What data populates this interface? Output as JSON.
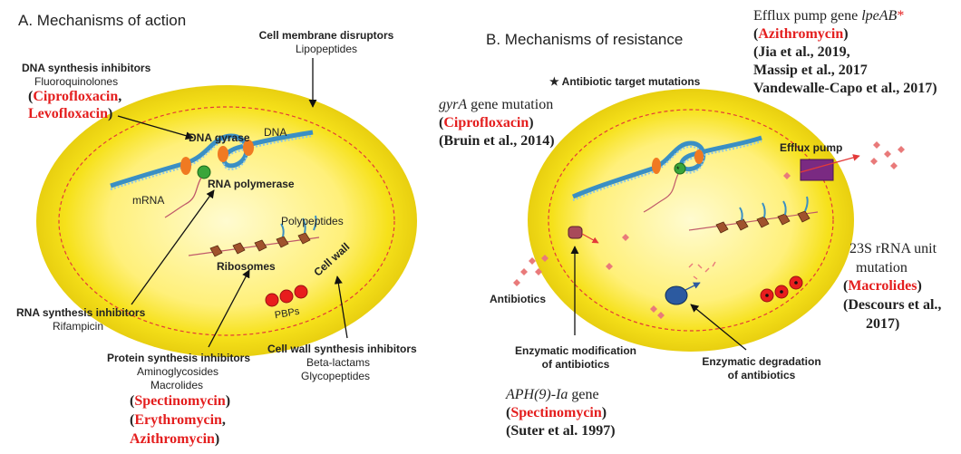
{
  "panelA": {
    "title": "A.   Mechanisms of action",
    "cell_membrane": {
      "title": "Cell membrane disruptors",
      "sub": "Lipopeptides"
    },
    "dna_synthesis": {
      "title": "DNA synthesis inhibitors",
      "sub": "Fluoroquinolones",
      "drug1": "Ciprofloxacin",
      "sep": ",",
      "drug2": "Levofloxacin",
      "open": "(",
      "close": ")"
    },
    "dna_gyrase": "DNA gyrase",
    "dna": "DNA",
    "rna_polymerase": "RNA polymerase",
    "mrna": "mRNA",
    "polypeptides": "Polypeptides",
    "ribosomes": "Ribosomes",
    "cell_wall": "Cell wall",
    "pbps": "PBPs",
    "rna_synthesis": {
      "title": "RNA synthesis inhibitors",
      "sub": "Rifampicin"
    },
    "protein_synthesis": {
      "title": "Protein synthesis inhibitors",
      "sub1": "Aminoglycosides",
      "sub2": "Macrolides",
      "drug1": "Spectinomycin",
      "drug2": "Erythromycin",
      "drug3": "Azithromycin",
      "open": "(",
      "close": ")",
      "sep": ","
    },
    "cell_wall_synthesis": {
      "title": "Cell wall synthesis inhibitors",
      "sub1": "Beta-lactams",
      "sub2": "Glycopeptides"
    }
  },
  "panelB": {
    "title": "B.   Mechanisms of resistance",
    "target_mutations": "Antibiotic target mutations",
    "star": "★",
    "gyra": {
      "gene": "gyrA",
      "rest": " gene mutation",
      "open": "(",
      "drug": "Ciprofloxacin",
      "close": ")",
      "ref": "(Bruin et al., 2014)"
    },
    "efflux_gene": {
      "prefix": "Efflux pump gene ",
      "gene": "lpeAB",
      "star": "*",
      "open": "(",
      "drug": "Azithromycin",
      "close": ")",
      "ref1": "(Jia et al., 2019,",
      "ref2": "Massip et al., 2017",
      "ref3": "Vandewalle-Capo et al., 2017)"
    },
    "efflux_pump": "Efflux pump",
    "rrna": {
      "line1": "23S rRNA unit",
      "line2": "mutation",
      "open": "(",
      "drug": "Macrolides",
      "close": ")",
      "ref1": "(Descours et al.,",
      "ref2": "2017)"
    },
    "antibiotics": "Antibiotics",
    "enzymatic_mod": {
      "line1": "Enzymatic modification",
      "line2": "of antibiotics"
    },
    "enzymatic_deg": {
      "line1": "Enzymatic degradation",
      "line2": "of antibiotics"
    },
    "aph": {
      "gene": "APH(9)-Ia",
      "rest": " gene",
      "open": "(",
      "drug": "Spectinomycin",
      "close": ")",
      "ref": "(Suter et al. 1997)"
    }
  },
  "colors": {
    "cell_fill": "#f6e11a",
    "cell_inner": "#fff6a8",
    "dashed": "#e33a3a",
    "dna": "#3a8fc4",
    "orange": "#f07a22",
    "green": "#3aa53a",
    "red_text": "#e41e1e",
    "purple": "#7a2a82",
    "pink": "#e97a7a",
    "blue": "#2c5aa0",
    "ribosome": "#a0522d"
  }
}
